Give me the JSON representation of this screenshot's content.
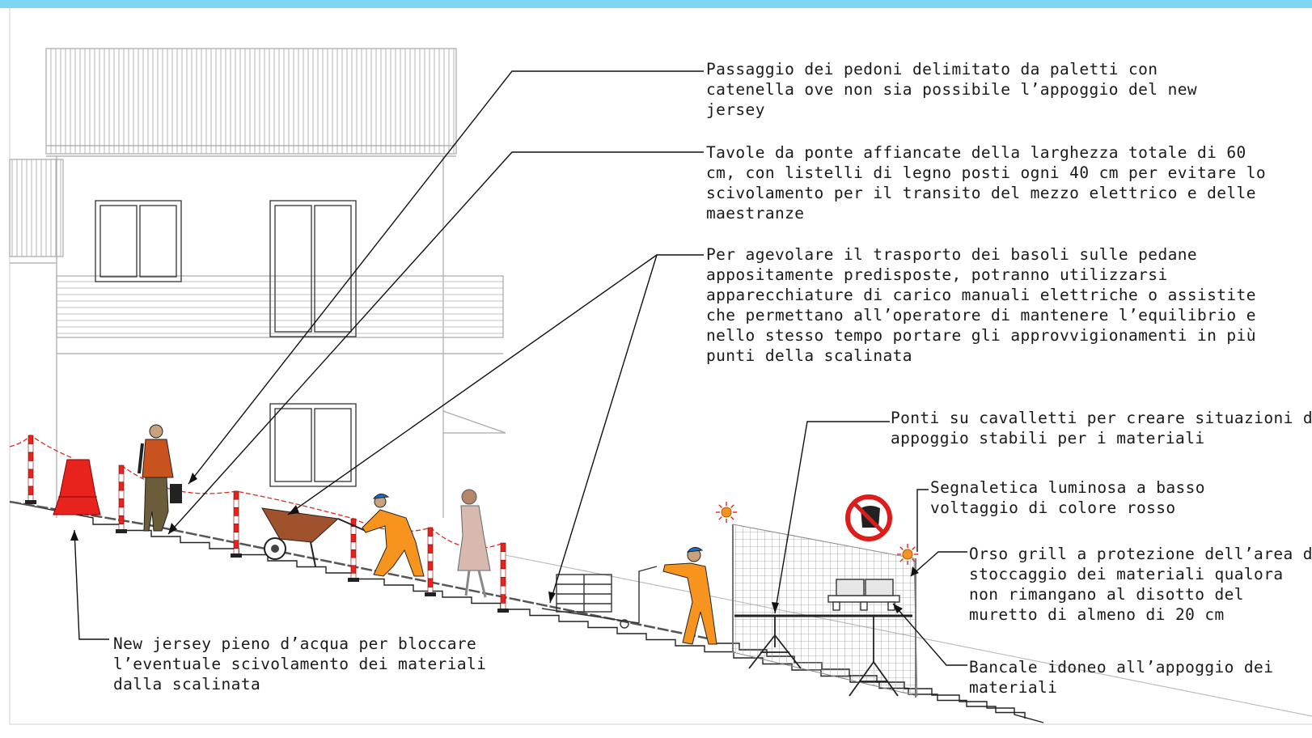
{
  "annotations": {
    "pedestrian_passage": "Passaggio dei pedoni delimitato da paletti con\ncatenella ove non sia possibile l’appoggio del new\njersey",
    "boards": "Tavole da ponte affiancate della larghezza totale di 60\ncm, con listelli di legno posti ogni 40 cm per evitare lo\nscivolamento per il transito del mezzo elettrico e delle\nmaestranze",
    "transport": "Per agevolare il trasporto dei basoli sulle pedane\nappositamente predisposte, potranno utilizzarsi\napparecchiature di carico manuali elettriche o assistite\nche permettano all’operatore di mantenere l’equilibrio e\nnello stesso tempo portare gli approvvigionamenti in più\npunti della scalinata",
    "trestles": "Ponti su cavalletti per creare situazioni di\nappoggio stabili per i materiali",
    "signals": "Segnaletica luminosa a basso\nvoltaggio di colore rosso",
    "grill": "Orso grill a protezione dell’area di\nstoccaggio dei materiali qualora\nnon rimangano al disotto del\nmuretto di almeno di 20 cm",
    "pallet": "Bancale idoneo all’appoggio dei\nmateriali",
    "new_jersey": "New jersey pieno d’acqua per bloccare\nl’eventuale scivolamento dei materiali\ndalla scalinata"
  },
  "colors": {
    "top_bar": "#7fd6f4",
    "worker_suit": "#f7941d",
    "barrier_red": "#e8231e",
    "signal_orange": "#f7931e",
    "no_entry_red": "#e11a1a"
  },
  "icons": [
    "no-hand-sign-icon",
    "warning-light-icon"
  ]
}
